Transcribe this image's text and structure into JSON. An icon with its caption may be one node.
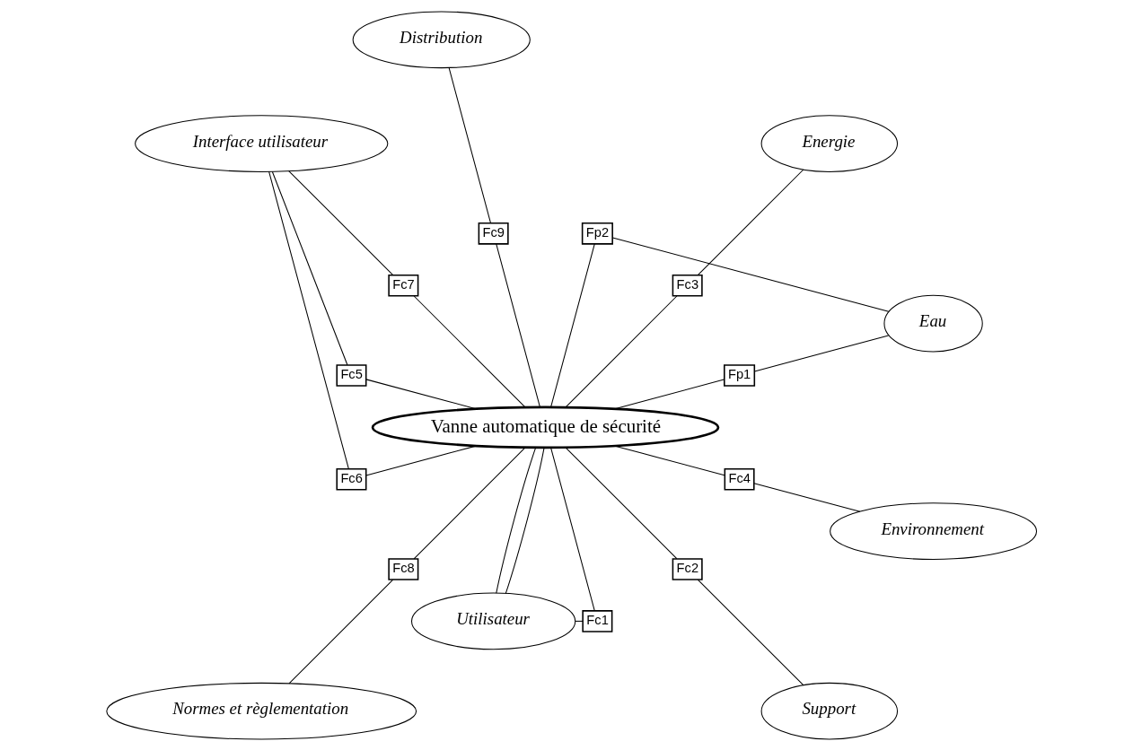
{
  "diagram": {
    "nodes": [
      {
        "text": [
          "Eau"
        ]
      },
      {
        "text": [
          "Utilisateur"
        ]
      },
      {
        "text": [
          "Fp1"
        ]
      },
      {
        "text": [
          "Energie"
        ]
      },
      {
        "text": [
          "Fc3"
        ]
      },
      {
        "text": [
          "Fp2"
        ]
      },
      {
        "text": [
          "Fc1"
        ]
      },
      {
        "text": [
          "Fc2"
        ]
      },
      {
        "text": [
          "Fc9"
        ]
      },
      {
        "text": [
          "Support"
        ]
      },
      {
        "text": [
          "Vanne automatique de sécurité"
        ]
      },
      {
        "text": [
          "Distribution"
        ]
      },
      {
        "text": [
          "Fc4"
        ]
      },
      {
        "text": [
          "Fc7"
        ]
      },
      {
        "text": [
          "Fc5"
        ]
      },
      {
        "text": [
          "Fc6"
        ]
      },
      {
        "text": [
          "Fc8"
        ]
      },
      {
        "text": [
          "Environnement"
        ]
      },
      {
        "text": [
          "Normes et règlementation"
        ]
      },
      {
        "text": [
          "Interface utilisateur"
        ]
      }
    ],
    "edges": [
      {
        "from": 1,
        "to": 10,
        "arrow": "none"
      },
      {
        "from": 10,
        "to": 2,
        "arrow": "none"
      },
      {
        "from": 2,
        "to": 0,
        "arrow": "none"
      },
      {
        "from": 1,
        "to": 10,
        "arrow": "none"
      },
      {
        "from": 10,
        "to": 5,
        "arrow": "none"
      },
      {
        "from": 5,
        "to": 0,
        "arrow": "none"
      },
      {
        "from": 1,
        "to": 6,
        "arrow": "none"
      },
      {
        "from": 6,
        "to": 10,
        "arrow": "none"
      },
      {
        "from": 9,
        "to": 7,
        "arrow": "none"
      },
      {
        "from": 7,
        "to": 10,
        "arrow": "none"
      },
      {
        "from": 10,
        "to": 4,
        "arrow": "none"
      },
      {
        "from": 4,
        "to": 3,
        "arrow": "none"
      },
      {
        "from": 10,
        "to": 8,
        "arrow": "none"
      },
      {
        "from": 8,
        "to": 11,
        "arrow": "none"
      },
      {
        "from": 17,
        "to": 12,
        "arrow": "none"
      },
      {
        "from": 12,
        "to": 10,
        "arrow": "none"
      },
      {
        "from": 10,
        "to": 14,
        "arrow": "none"
      },
      {
        "from": 14,
        "to": 19,
        "arrow": "none"
      },
      {
        "from": 10,
        "to": 15,
        "arrow": "none"
      },
      {
        "from": 15,
        "to": 19,
        "arrow": "none"
      },
      {
        "from": 10,
        "to": 13,
        "arrow": "none"
      },
      {
        "from": 13,
        "to": 19,
        "arrow": "none"
      },
      {
        "from": 10,
        "to": 16,
        "arrow": "none"
      },
      {
        "from": 16,
        "to": 18,
        "arrow": "none"
      }
    ]
  }
}
